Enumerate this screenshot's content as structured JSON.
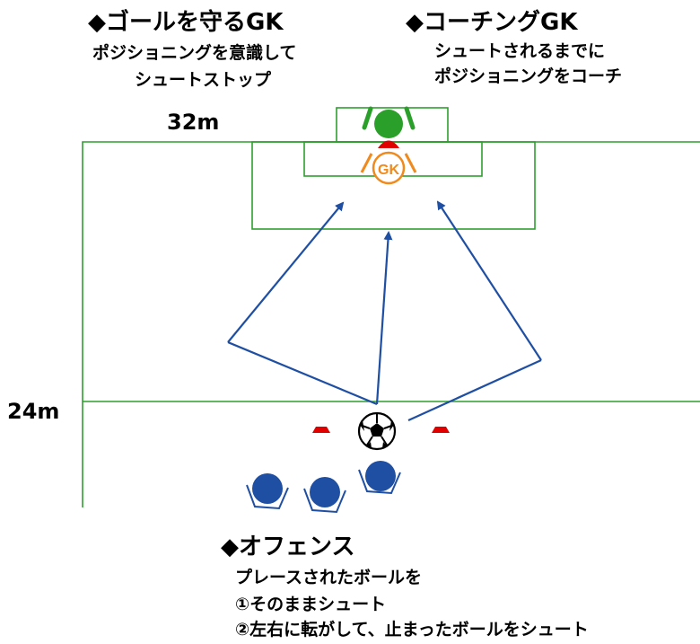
{
  "left_block": {
    "title": "◆ゴールを守るGK",
    "lines": [
      "ポジショニングを意識して",
      "シュートストップ"
    ]
  },
  "right_block": {
    "title": "◆コーチングGK",
    "lines": [
      "シュートされるまでに",
      "ポジショニングをコーチ"
    ]
  },
  "distances": {
    "far": "32m",
    "near": "24m"
  },
  "goalkeeper_label": "GK",
  "bottom_block": {
    "title": "◆オフェンス",
    "lines": [
      "プレースされたボールを",
      "①そのままシュート",
      "②左右に転がして、止まったボールをシュート"
    ]
  },
  "colors": {
    "field_line": "#2e9e2e",
    "arrow": "#1f4fa3",
    "cone": "#e00000",
    "gk_green": "#2aa02a",
    "gk_orange": "#f08a1c",
    "player_blue": "#1f4fa3"
  },
  "icons": [
    "soccer-ball-icon",
    "cone-icon",
    "goalkeeper-icon",
    "player-icon"
  ]
}
